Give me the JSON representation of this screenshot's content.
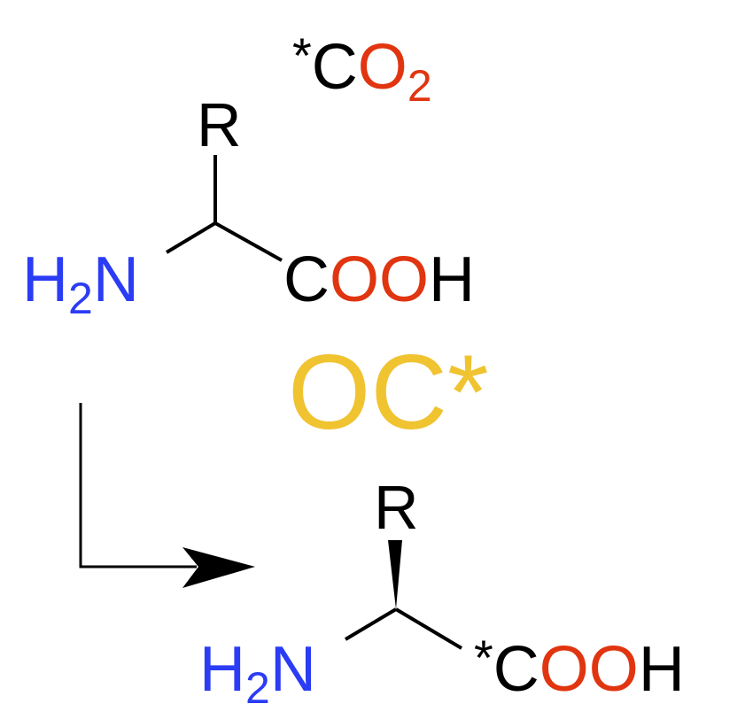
{
  "colors": {
    "black": "#000000",
    "nitrogen": "#2b3cf5",
    "oxygen": "#e03510",
    "catalyst": "#f0c330"
  },
  "co2": {
    "star": "*",
    "carbon": "C",
    "oxygen": "O",
    "subscript": "2"
  },
  "reactant": {
    "r_group": "R",
    "amine_h": "H",
    "amine_sub": "2",
    "amine_n": "N",
    "acid_c": "C",
    "acid_oo": "OO",
    "acid_h": "H"
  },
  "catalyst": {
    "label": "OC*"
  },
  "product": {
    "r_group": "R",
    "amine_h": "H",
    "amine_sub": "2",
    "amine_n": "N",
    "acid_star": "*",
    "acid_c": "C",
    "acid_oo": "OO",
    "acid_h": "H"
  }
}
